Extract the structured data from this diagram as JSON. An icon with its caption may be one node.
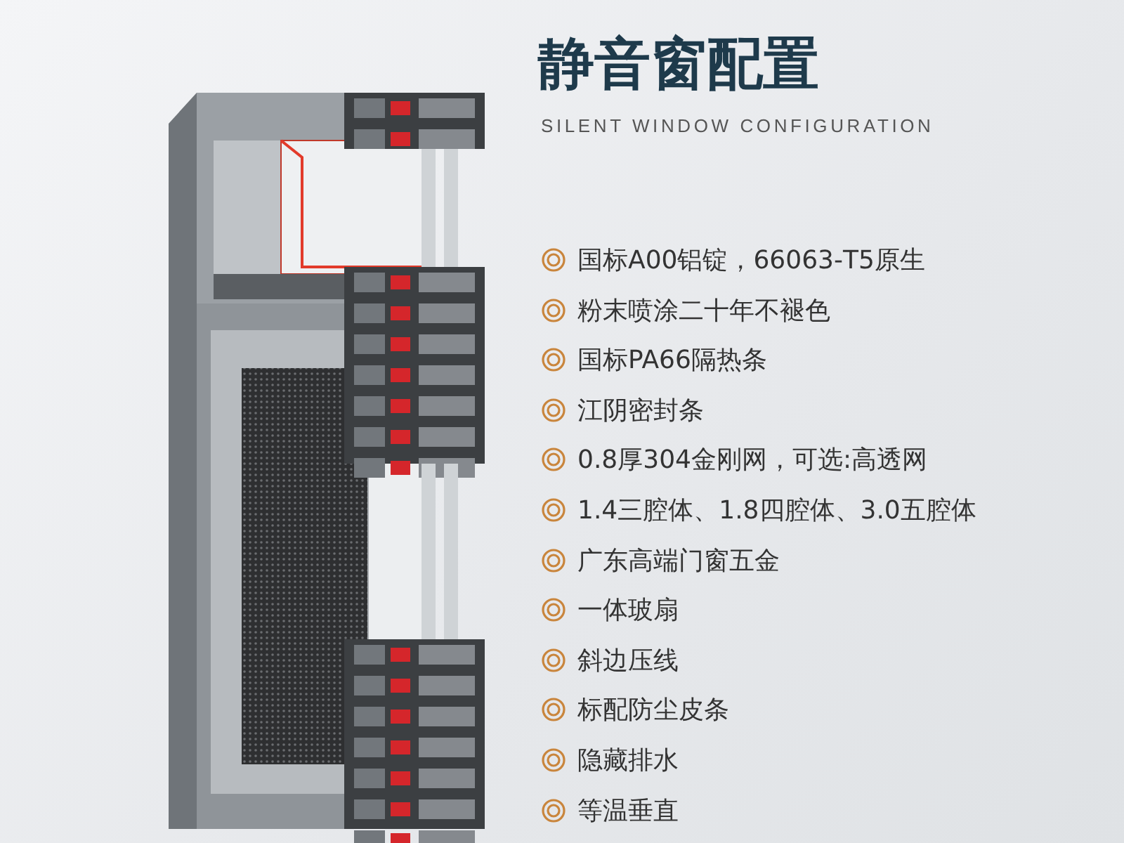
{
  "diagram": {
    "title": "静音窗配置",
    "labels": [
      "SILENT WINDOW CONFIGURATION",
      "国标A00铝锭，66063-T5原生",
      "粉末喷涂二十年不褪色",
      "国标PA66隔热条",
      "江阴密封条",
      "0.8厚304金刚网，可选:高透网",
      "1.4三腔体、1.8四腔体、3.0五腔体",
      "广东高端门窗五金",
      "一体玻扇",
      "斜边压线",
      "标配防尘皮条",
      "隐藏排水",
      "等温垂直"
    ]
  }
}
